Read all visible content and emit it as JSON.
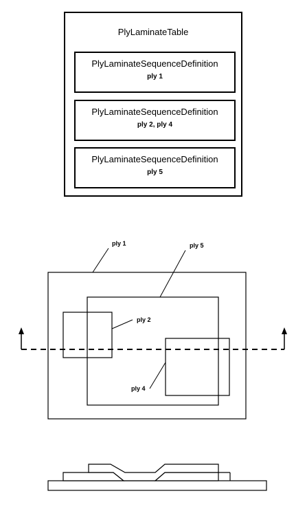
{
  "table": {
    "title": "PlyLaminateTable",
    "sequences": [
      {
        "name": "PlyLaminateSequenceDefinition",
        "plies": "ply 1"
      },
      {
        "name": "PlyLaminateSequenceDefinition",
        "plies": "ply 2, ply 4"
      },
      {
        "name": "PlyLaminateSequenceDefinition",
        "plies": "ply 5"
      }
    ]
  },
  "plan": {
    "labels": {
      "ply1": "ply 1",
      "ply5": "ply 5",
      "ply2": "ply 2",
      "ply4": "ply 4"
    }
  }
}
